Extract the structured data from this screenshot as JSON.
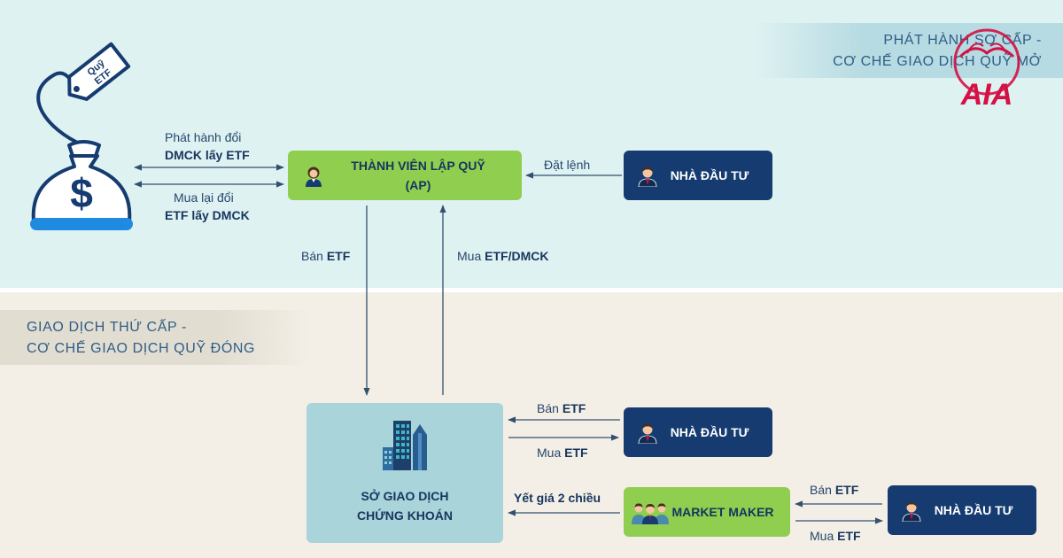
{
  "sections": {
    "primary": {
      "line1": "PHÁT HÀNH SƠ CẤP -",
      "line2": "CƠ CHẾ GIAO DỊCH QUỸ MỞ"
    },
    "secondary": {
      "line1": "GIAO DỊCH THỨ CẤP -",
      "line2": "CƠ CHẾ GIAO DỊCH QUỸ ĐÓNG"
    }
  },
  "fund": {
    "tag_line1": "Quỹ",
    "tag_line2": "ETF",
    "currency_symbol": "$"
  },
  "primary_labels": {
    "issue_line1": "Phát hành đổi",
    "issue_line2": "DMCK lấy ETF",
    "redeem_line1": "Mua lại đổi",
    "redeem_line2": "ETF lấy DMCK",
    "order": "Đặt lệnh"
  },
  "ap": {
    "line1": "THÀNH VIÊN LẬP QUỸ",
    "line2": "(AP)"
  },
  "investor_label": "NHÀ ĐẦU TƯ",
  "market_maker": "MARKET MAKER",
  "exchange": {
    "line1": "SỞ GIAO DỊCH",
    "line2": "CHỨNG KHOÁN"
  },
  "flows": {
    "ap_sell_prefix": "Bán ",
    "ap_sell_item": "ETF",
    "ap_buy_prefix": "Mua ",
    "ap_buy_item": "ETF/DMCK",
    "sell_prefix": "Bán ",
    "buy_prefix": "Mua ",
    "etf": "ETF",
    "two_way_quote": "Yết giá 2 chiều"
  },
  "logo_text": "AIA",
  "colors": {
    "top_bg": "#dff2f2",
    "bottom_bg": "#f3efe6",
    "green": "#8fce4f",
    "navy": "#153b70",
    "exchange_bg": "#a9d4da",
    "logo_red": "#d31145"
  }
}
